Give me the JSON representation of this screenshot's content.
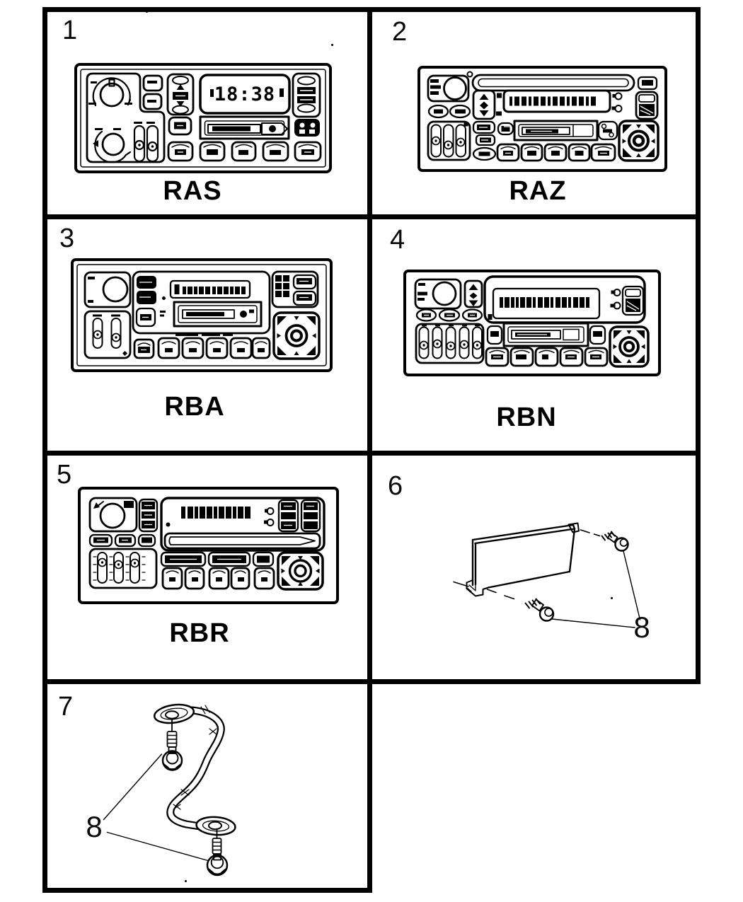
{
  "page": {
    "background": "#ffffff",
    "ink": "#000000",
    "description": "Radio parts catalog diagram grid with numbered items"
  },
  "cells": [
    {
      "number": "1",
      "model": "RAS",
      "display": "18:38",
      "content": "radio-cassette-illustration"
    },
    {
      "number": "2",
      "model": "RAZ",
      "content": "radio-cd-cassette-illustration"
    },
    {
      "number": "3",
      "model": "RBA",
      "content": "radio-cassette-illustration"
    },
    {
      "number": "4",
      "model": "RBN",
      "content": "radio-cassette-illustration"
    },
    {
      "number": "5",
      "model": "RBR",
      "content": "radio-cd-illustration"
    },
    {
      "number": "6",
      "callout": "8",
      "content": "mounting-bracket-with-screws-illustration"
    },
    {
      "number": "7",
      "callout": "8",
      "content": "ground-strap-with-bolts-illustration"
    }
  ]
}
